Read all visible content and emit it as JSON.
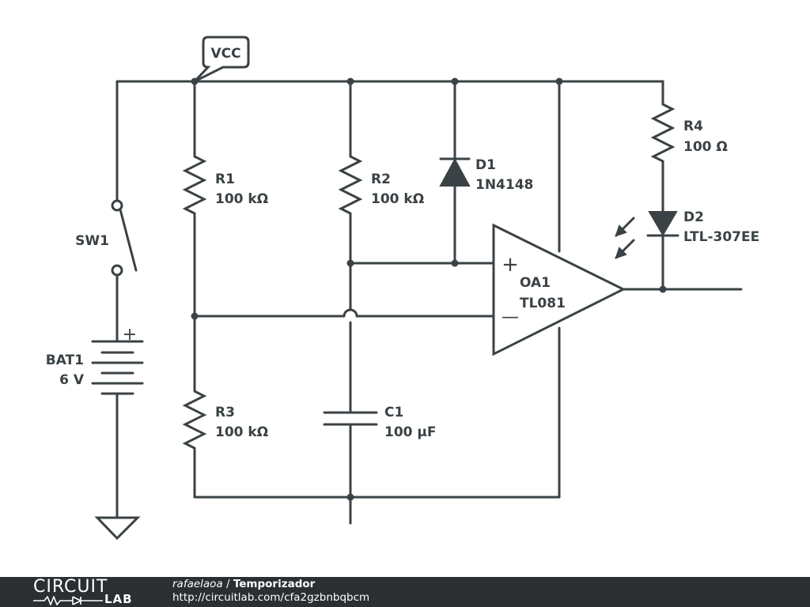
{
  "labels": {
    "vcc": "VCC",
    "sw1": "SW1",
    "bat1_name": "BAT1",
    "bat1_value": "6 V",
    "r1_name": "R1",
    "r1_value": "100 kΩ",
    "r2_name": "R2",
    "r2_value": "100 kΩ",
    "r3_name": "R3",
    "r3_value": "100 kΩ",
    "r4_name": "R4",
    "r4_value": "100 Ω",
    "d1_name": "D1",
    "d1_value": "1N4148",
    "d2_name": "D2",
    "d2_value": "LTL-307EE",
    "c1_name": "C1",
    "c1_value": "100 µF",
    "oa1_name": "OA1",
    "oa1_value": "TL081",
    "bat_plus": "+",
    "op_plus": "+",
    "op_minus": "—"
  },
  "footer": {
    "logo_top": "CIRCUIT",
    "logo_bottom": "LAB",
    "author": "rafaelaoa",
    "separator": " / ",
    "title": "Temporizador",
    "url": "http://circuitlab.com/cfa2gzbnbqbcm"
  },
  "colors": {
    "ink": "#3b4245",
    "footer_bg": "#2b2f31"
  }
}
